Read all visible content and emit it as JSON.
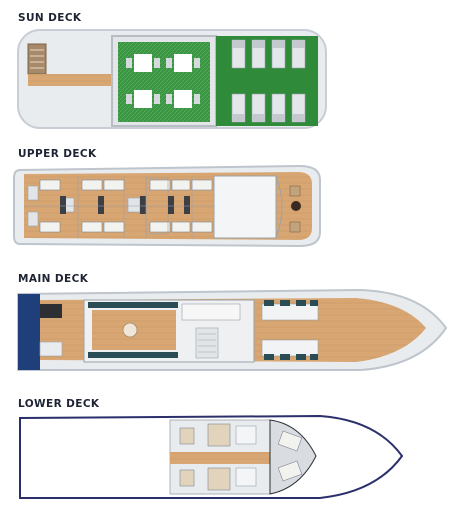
{
  "decks": [
    {
      "id": "sun",
      "label": "SUN DECK"
    },
    {
      "id": "upper",
      "label": "UPPER DECK"
    },
    {
      "id": "main",
      "label": "MAIN DECK"
    },
    {
      "id": "lower",
      "label": "LOWER DECK"
    }
  ],
  "colors": {
    "wood": "#d8a672",
    "wood_dark": "#c48f5b",
    "hull_light": "#e9ecef",
    "hull_mid": "#c9ced6",
    "grass": "#2f8a3a",
    "grass_light": "#47a74e",
    "navy": "#1f3f7a",
    "lower_outline": "#2b2f6b",
    "seat_teal": "#2a4c55",
    "text": "#1e2433"
  },
  "icons": [
    "lounger-icon",
    "dining-table-icon",
    "bed-icon",
    "sofa-icon",
    "steering-wheel-icon"
  ]
}
